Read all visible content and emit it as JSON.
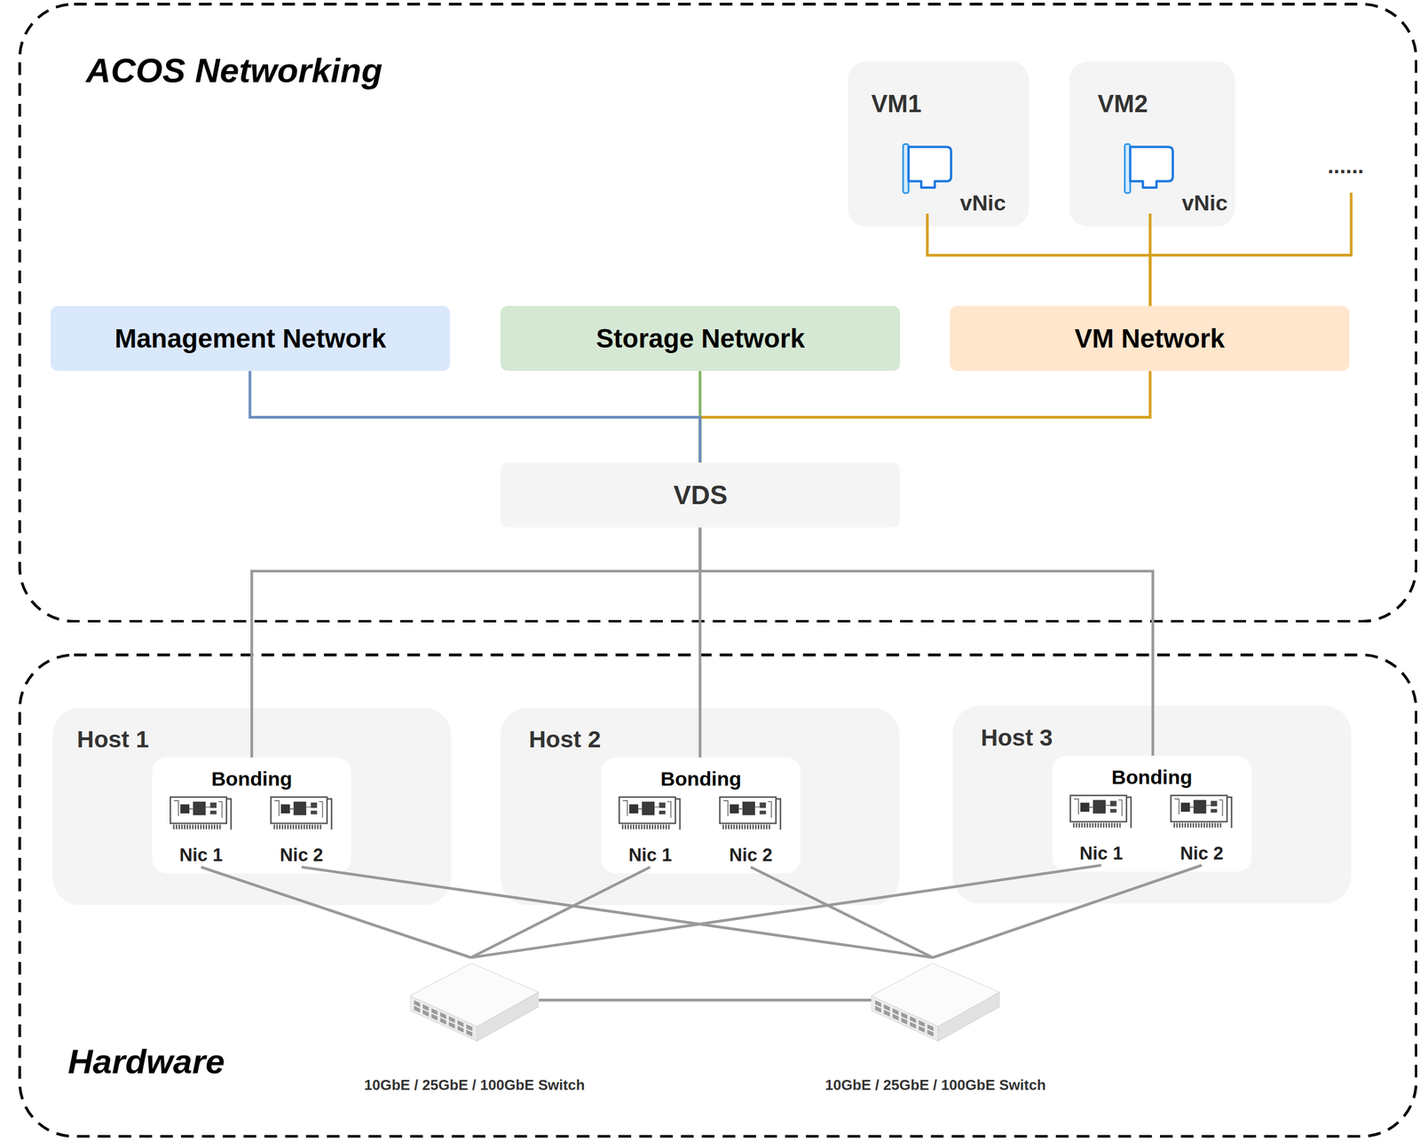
{
  "diagram": {
    "nodes": [
      {
        "text": [
          "ACOS Networking"
        ]
      },
      {
        "text": [
          "VM1"
        ],
        "in": 0
      },
      {
        "text": [
          "vNic"
        ],
        "in": 1
      },
      {
        "text": [
          "VM2"
        ],
        "in": 0
      },
      {
        "text": [
          "vNic"
        ],
        "in": 3
      },
      {
        "text": [
          "Management Network"
        ],
        "in": 0
      },
      {
        "text": [
          "Storage Network"
        ],
        "in": 0
      },
      {
        "text": [
          "VM Network"
        ],
        "in": 0
      },
      {
        "text": [
          "VDS"
        ],
        "in": 0
      },
      {
        "text": [
          "Hardware"
        ]
      },
      {
        "text": [
          "Host 1"
        ],
        "in": 9
      },
      {
        "text": [
          "Bonding"
        ],
        "in": 10
      },
      {
        "text": [
          "Nic 1"
        ],
        "in": 11
      },
      {
        "text": [
          "Nic 2"
        ],
        "in": 11
      },
      {
        "text": [
          "Host 2"
        ],
        "in": 9
      },
      {
        "text": [
          "Bonding"
        ],
        "in": 14
      },
      {
        "text": [
          "Nic 1"
        ],
        "in": 15
      },
      {
        "text": [
          "Nic 2"
        ],
        "in": 15
      },
      {
        "text": [
          "Host 3"
        ],
        "in": 9
      },
      {
        "text": [
          "Bonding"
        ],
        "in": 18
      },
      {
        "text": [
          "Nic 1"
        ],
        "in": 19
      },
      {
        "text": [
          "Nic 2"
        ],
        "in": 19
      },
      {
        "text": [
          "10GbE / 25GbE / 100GbE Switch"
        ],
        "in": 9
      },
      {
        "text": [
          "10GbE / 25GbE / 100GbE Switch"
        ],
        "in": 9
      }
    ],
    "edges": [
      {
        "from": 2,
        "to": 7,
        "arrow": "none"
      },
      {
        "from": 4,
        "to": 7,
        "arrow": "none"
      },
      {
        "from": 7,
        "to": 8,
        "arrow": "none"
      },
      {
        "from": 6,
        "to": 8,
        "arrow": "none"
      },
      {
        "from": 5,
        "to": 8,
        "arrow": "none"
      },
      {
        "from": 8,
        "to": 11,
        "arrow": "none"
      },
      {
        "from": 8,
        "to": 15,
        "arrow": "none"
      },
      {
        "from": 8,
        "to": 19,
        "arrow": "none"
      },
      {
        "from": 12,
        "to": 22,
        "arrow": "none"
      },
      {
        "from": 13,
        "to": 23,
        "arrow": "none"
      },
      {
        "from": 16,
        "to": 22,
        "arrow": "none"
      },
      {
        "from": 17,
        "to": 23,
        "arrow": "none"
      },
      {
        "from": 20,
        "to": 22,
        "arrow": "none"
      },
      {
        "from": 21,
        "to": 23,
        "arrow": "none"
      },
      {
        "from": 22,
        "to": 23,
        "arrow": "none"
      }
    ],
    "labels": [
      "......"
    ]
  }
}
